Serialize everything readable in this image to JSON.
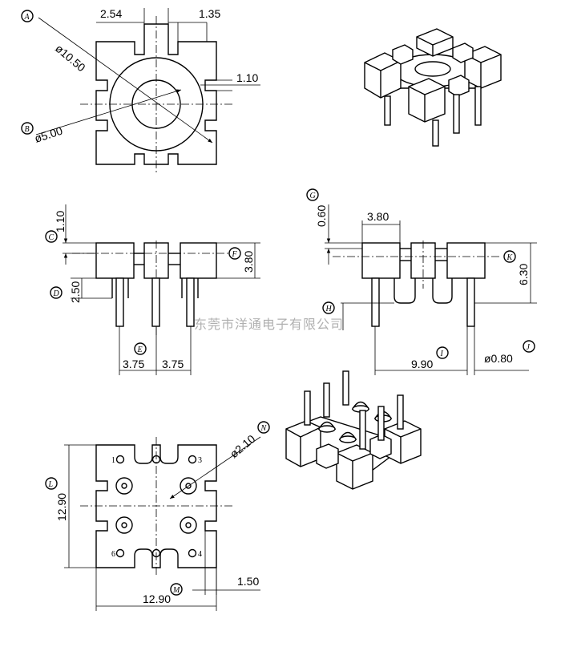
{
  "top_view": {
    "dims": {
      "width_254": "2.54",
      "width_135": "1.35",
      "slot_110": "1.10",
      "dia_outer": "ø10.50",
      "dia_inner": "ø5.00"
    },
    "tags": {
      "a": "A",
      "b": "B"
    }
  },
  "front_view": {
    "dims": {
      "flange_110": "1.10",
      "height_380": "3.80",
      "standoff_250": "2.50",
      "pitch_left": "3.75",
      "pitch_right": "3.75"
    },
    "tags": {
      "c": "C",
      "d": "D",
      "e": "E",
      "f": "F"
    }
  },
  "side_view": {
    "dims": {
      "slot_060": "0.60",
      "width_380": "3.80",
      "height_630": "6.30",
      "span_990": "9.90",
      "pin_080": "ø0.80"
    },
    "tags": {
      "g": "G",
      "h": "H",
      "i": "I",
      "j": "J",
      "k": "K"
    }
  },
  "bottom_view": {
    "dims": {
      "height_1290": "12.90",
      "width_1290": "12.90",
      "hole_210": "ø2.10",
      "edge_150": "1.50"
    },
    "tags": {
      "l": "L",
      "m": "M",
      "n": "N"
    },
    "pin_numbers": {
      "p1": "1",
      "p3": "3",
      "p4": "4",
      "p6": "6"
    }
  },
  "watermark": "东莞市洋通电子有限公司"
}
